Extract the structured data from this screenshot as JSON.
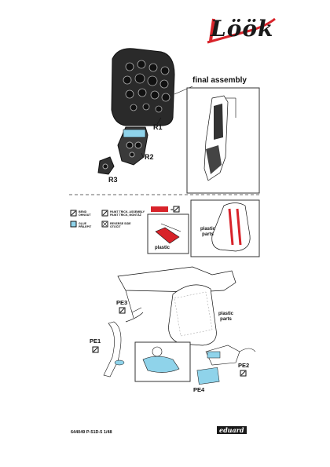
{
  "brand": {
    "logo_text": "Löök"
  },
  "colors": {
    "red": "#d8232a",
    "blue": "#8fd3ea",
    "dark": "#1a1a1a"
  },
  "parts": {
    "r1": "R1",
    "r2": "R2",
    "r3": "R3",
    "pe1": "PE1",
    "pe2": "PE2",
    "pe3": "PE3",
    "pe4": "PE4"
  },
  "final_assembly": {
    "title": "final assembly"
  },
  "legend": {
    "bend": "BEND\nOHNOUT",
    "paint": "PAINT TRICK, ASSEMBLY\nPAINT TRICK, MONTÁŽ",
    "glue": "GLUE\nPŘILEPIT",
    "reverse": "REVERSE SIDE\nOTOČIT"
  },
  "labels": {
    "plastic_1": "plastic",
    "plastic_parts_1": "plastic\nparts",
    "plastic_parts_2": "plastic\nparts"
  },
  "footer": {
    "code": "644049 P-51D-5  1/48",
    "brand": "eduard"
  }
}
